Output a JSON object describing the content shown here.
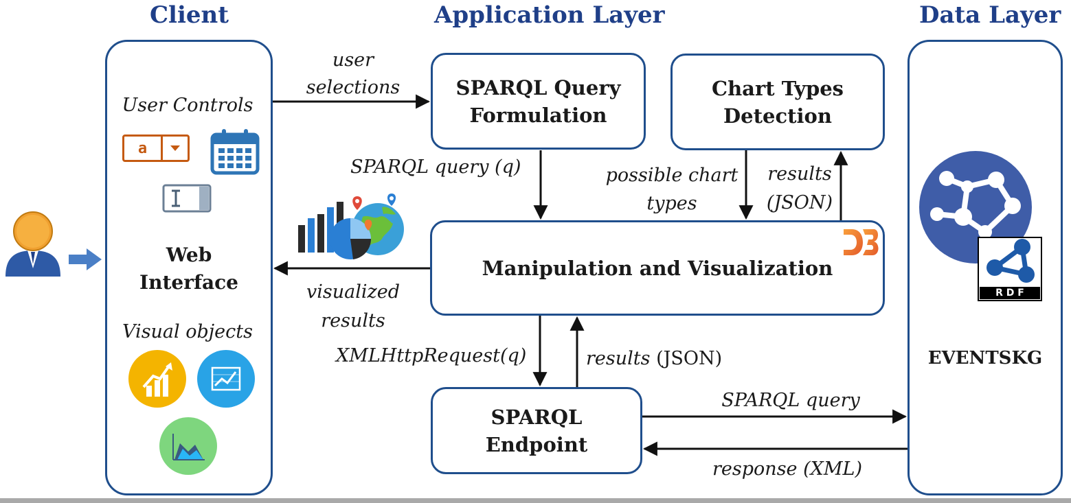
{
  "columns": {
    "client": "Client",
    "application": "Application Layer",
    "data": "Data Layer"
  },
  "client_box": {
    "user_controls": "User Controls",
    "title_line1": "Web",
    "title_line2": "Interface",
    "visual_objects": "Visual objects",
    "control_letter": "a"
  },
  "boxes": {
    "query_formulation": [
      "SPARQL Query",
      "Formulation"
    ],
    "chart_detection": [
      "Chart Types",
      "Detection"
    ],
    "manipulation": "Manipulation and Visualization",
    "endpoint": [
      "SPARQL",
      "Endpoint"
    ],
    "eventskg": "EVENTSKG"
  },
  "edge_labels": {
    "user_selections": [
      "user",
      "selections"
    ],
    "sparql_query_q": "SPARQL query (q)",
    "possible_chart_types": [
      "possible chart",
      "types"
    ],
    "results_json_up": [
      "results",
      "(JSON)"
    ],
    "visualized_results": [
      "visualized",
      "results"
    ],
    "xmlhttprequest": "XMLHttpRequest(q)",
    "results_json_down_italic": "results",
    "results_json_down_plain": " (JSON)",
    "sparql_query": "SPARQL query",
    "response_xml": "response (XML)"
  },
  "logos": {
    "d3": "D3",
    "rdf": "R D F"
  },
  "colors": {
    "heading": "#1f3f88",
    "border": "#1f4e8c",
    "arrow_user": "#4a7fc6",
    "control_orange": "#c55a11",
    "calendar_blue": "#2e75b6",
    "kg_blue": "#3f5da8",
    "d3_orange": "#f28c28"
  }
}
